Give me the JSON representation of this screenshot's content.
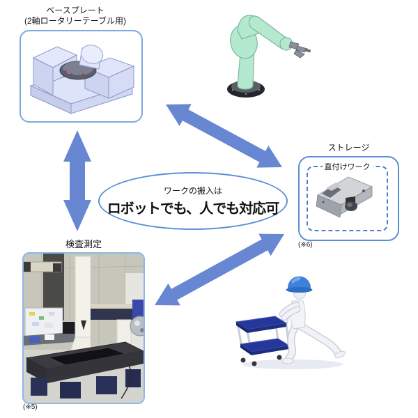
{
  "baseplate": {
    "label_line1": "ベースプレート",
    "label_line2": "(2軸ロータリーテーブル用)"
  },
  "center_note": {
    "small": "ワークの搬入は",
    "large": "ロボットでも、人でも対応可"
  },
  "storage": {
    "label": "ストレージ",
    "work_label": "直付けワーク",
    "footnote": "(※6)"
  },
  "inspection": {
    "label": "検査測定",
    "footnote": "(※5)"
  },
  "colors": {
    "arrow": "#6787d3",
    "baseplate_box_border": "#7fa8e0",
    "storage_box_border": "#5b8fd4",
    "dashed_border": "#4d7fc8",
    "ellipse_border": "#5b8fd4",
    "photo_border": "#8db8e8",
    "robot_green": "#b4e9d0",
    "helmet_blue": "#3f80d9",
    "cart_navy": "#25379b"
  }
}
